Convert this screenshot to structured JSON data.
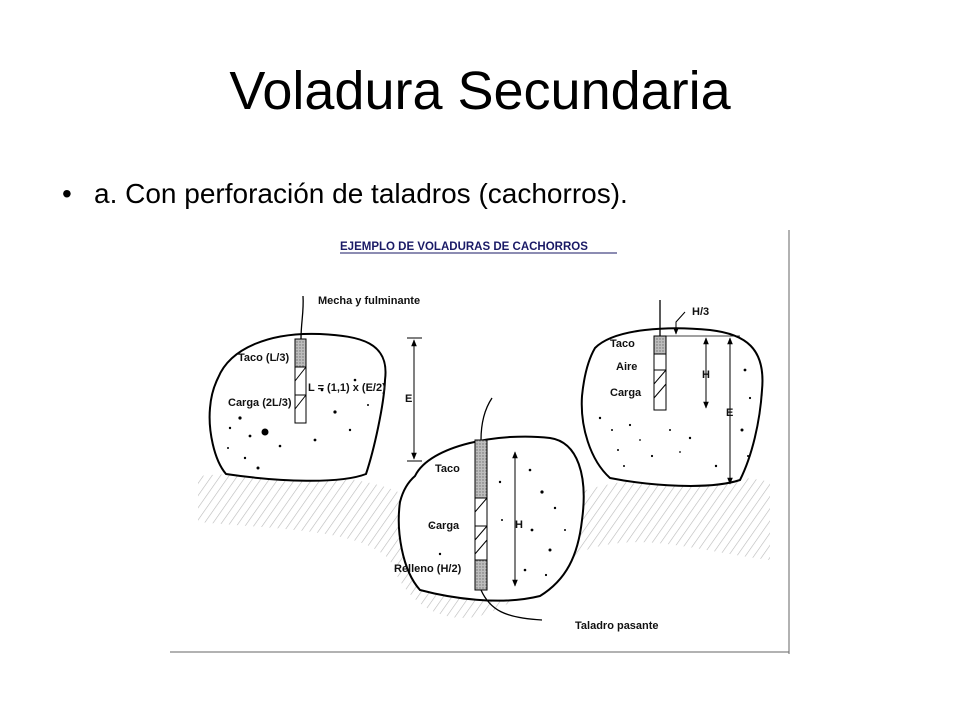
{
  "slide": {
    "title": "Voladura Secundaria",
    "bullet": "a. Con perforación de taladros (cachorros)."
  },
  "diagram": {
    "title": "EJEMPLO DE VOLADURAS DE CACHORROS",
    "left_block": {
      "fuse_label": "Mecha y fulminante",
      "stemming_label": "Taco (L/3)",
      "charge_label": "Carga (2L/3)",
      "formula_label": "L = (1,1) x (E/2)",
      "dimension_label": "E"
    },
    "center_block": {
      "stemming_label": "Taco",
      "charge_label": "Carga",
      "fill_label": "Relleno (H/2)",
      "height_label": "H",
      "through_hole_label": "Taladro pasante"
    },
    "right_block": {
      "top_label": "H/3",
      "stemming_label": "Taco",
      "air_label": "Aire",
      "charge_label": "Carga",
      "height_label": "H",
      "dimension_label": "E"
    }
  }
}
